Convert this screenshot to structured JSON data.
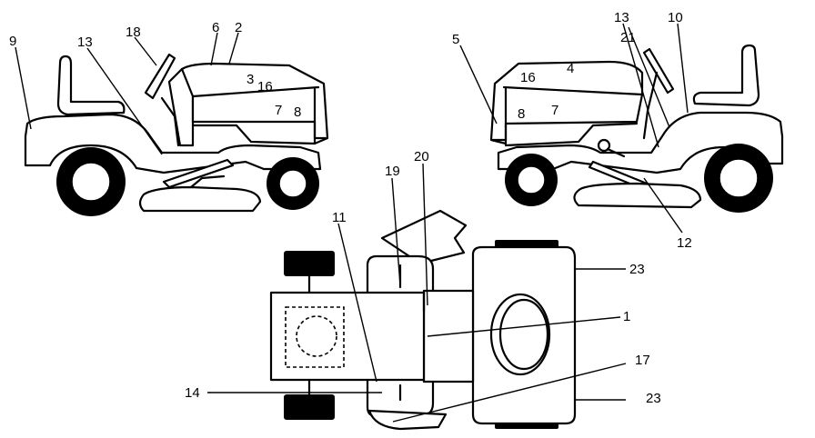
{
  "callouts": {
    "c9": "9",
    "c13a": "13",
    "c18": "18",
    "c6": "6",
    "c2": "2",
    "c3": "3",
    "c16a": "16",
    "c7a": "7",
    "c8a": "8",
    "c5": "5",
    "c8b": "8",
    "c16b": "16",
    "c7b": "7",
    "c4": "4",
    "c13b": "13",
    "c21": "21",
    "c10": "10",
    "c12": "12",
    "c11": "11",
    "c19": "19",
    "c20": "20",
    "c23a": "23",
    "c1": "1",
    "c17": "17",
    "c14": "14",
    "c23b": "23"
  }
}
